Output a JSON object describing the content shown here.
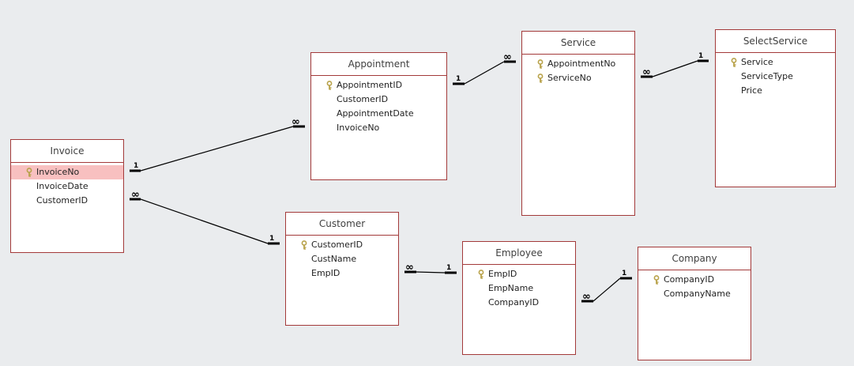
{
  "colors": {
    "background": "#eaecee",
    "table_border": "#a33a3a",
    "selected_row": "#f8c0c0",
    "key": "#b8a24a",
    "line": "#000000"
  },
  "icons": {
    "primary_key": "key-icon"
  },
  "tables": {
    "invoice": {
      "title": "Invoice",
      "fields": [
        "InvoiceNo",
        "InvoiceDate",
        "CustomerID"
      ]
    },
    "appointment": {
      "title": "Appointment",
      "fields": [
        "AppointmentID",
        "CustomerID",
        "AppointmentDate",
        "InvoiceNo"
      ]
    },
    "service": {
      "title": "Service",
      "fields": [
        "AppointmentNo",
        "ServiceNo"
      ]
    },
    "selectservice": {
      "title": "SelectService",
      "fields": [
        "Service",
        "ServiceType",
        "Price"
      ]
    },
    "customer": {
      "title": "Customer",
      "fields": [
        "CustomerID",
        "CustName",
        "EmpID"
      ]
    },
    "employee": {
      "title": "Employee",
      "fields": [
        "EmpID",
        "EmpName",
        "CompanyID"
      ]
    },
    "company": {
      "title": "Company",
      "fields": [
        "CompanyID",
        "CompanyName"
      ]
    }
  },
  "relationships": [
    {
      "name": "invoice-appointment",
      "one_label": "1",
      "many_label": "∞"
    },
    {
      "name": "appointment-service",
      "one_label": "1",
      "many_label": "∞"
    },
    {
      "name": "service-selectservice",
      "one_label": "1",
      "many_label": "∞"
    },
    {
      "name": "invoice-customer",
      "one_label": "1",
      "many_label": "∞"
    },
    {
      "name": "customer-employee",
      "one_label": "1",
      "many_label": "∞"
    },
    {
      "name": "employee-company",
      "one_label": "1",
      "many_label": "∞"
    }
  ]
}
